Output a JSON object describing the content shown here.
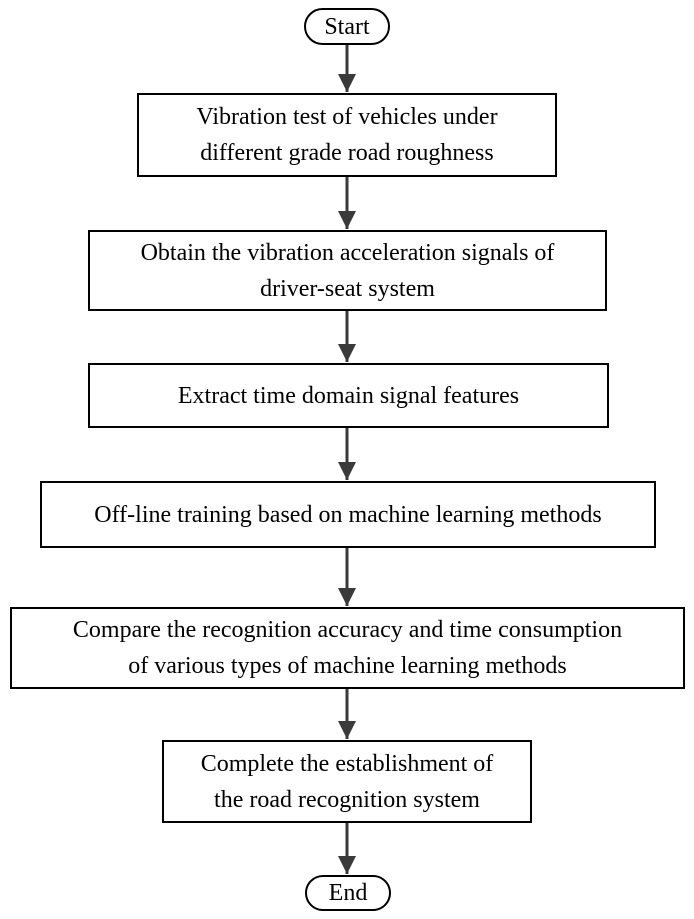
{
  "flowchart": {
    "start": "Start",
    "steps": [
      {
        "lines": [
          "Vibration test of vehicles under",
          "different grade road roughness"
        ]
      },
      {
        "lines": [
          "Obtain the vibration acceleration signals of",
          "driver-seat system"
        ]
      },
      {
        "lines": [
          "Extract time domain signal features"
        ]
      },
      {
        "lines": [
          "Off-line training based on machine learning methods"
        ]
      },
      {
        "lines": [
          "Compare the recognition accuracy and time consumption",
          "of various types of machine learning methods"
        ]
      },
      {
        "lines": [
          "Complete the establishment of",
          "the road recognition system"
        ]
      }
    ],
    "end": "End",
    "colors": {
      "stroke": "#000000",
      "arrow": "#3a3a3a",
      "background": "#ffffff"
    }
  }
}
